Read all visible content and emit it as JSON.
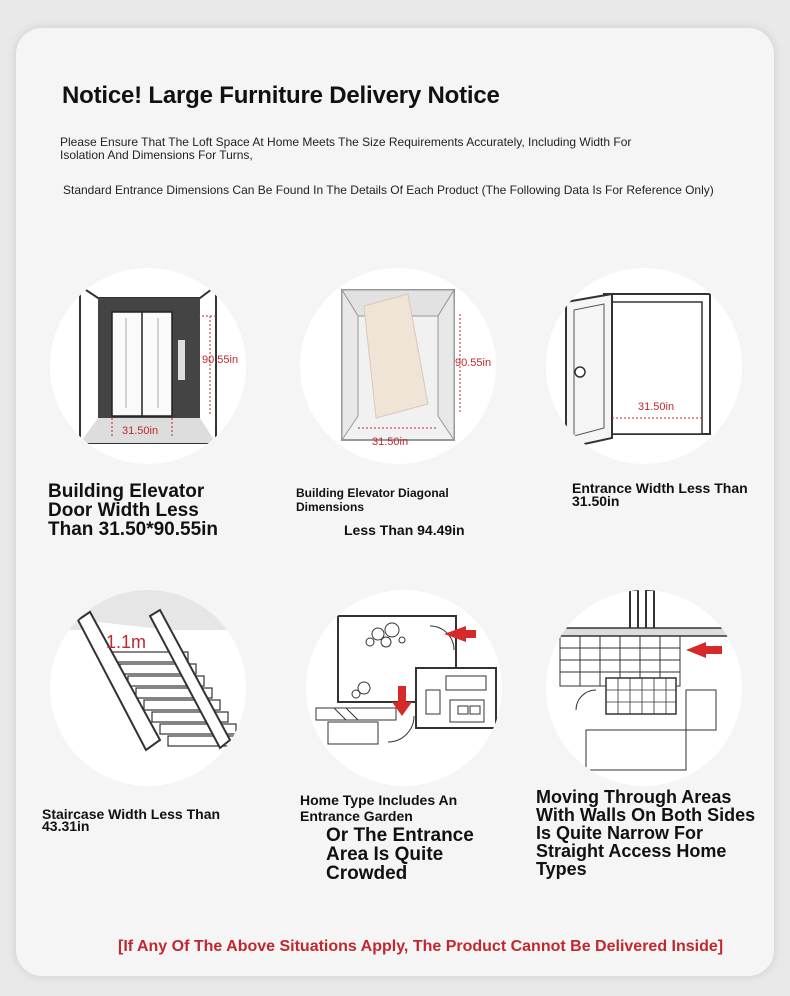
{
  "header": {
    "title": "Notice! Large Furniture Delivery Notice",
    "intro": "Please Ensure That The Loft Space At Home Meets The Size Requirements Accurately, Including Width For Isolation And Dimensions For Turns,",
    "standard": "Standard Entrance Dimensions Can Be Found In The Details Of Each Product (The Following Data Is For Reference Only)"
  },
  "items": [
    {
      "caption": "Building Elevator Door Width Less Than 31.50*90.55in",
      "width_label": "31.50in",
      "height_label": "90.55in",
      "icon": "elevator-door-icon"
    },
    {
      "caption": "Building Elevator Diagonal Dimensions",
      "sub": "Less Than 94.49in",
      "width_label": "31.50in",
      "height_label": "90.55in",
      "icon": "elevator-interior-icon"
    },
    {
      "caption": "Entrance Width Less Than 31.50in",
      "width_label": "31.50in",
      "icon": "entrance-door-icon"
    },
    {
      "caption": "Staircase Width Less Than 43.31in",
      "width_label": "1.1m",
      "icon": "staircase-icon"
    },
    {
      "caption": "Home Type Includes An Entrance Garden",
      "sub": "Or The Entrance Area Is Quite Crowded",
      "icon": "floor-plan-icon"
    },
    {
      "caption": "Moving Through Areas With Walls On Both Sides Is Quite Narrow For Straight Access Home Types",
      "icon": "narrow-corridor-icon"
    }
  ],
  "footer": {
    "warning": "[If Any Of The Above Situations Apply, The Product Cannot Be Delivered Inside]"
  },
  "colors": {
    "accent_red": "#c0282d",
    "card_bg": "#f5f5f5",
    "page_bg": "#e9e9e9"
  }
}
